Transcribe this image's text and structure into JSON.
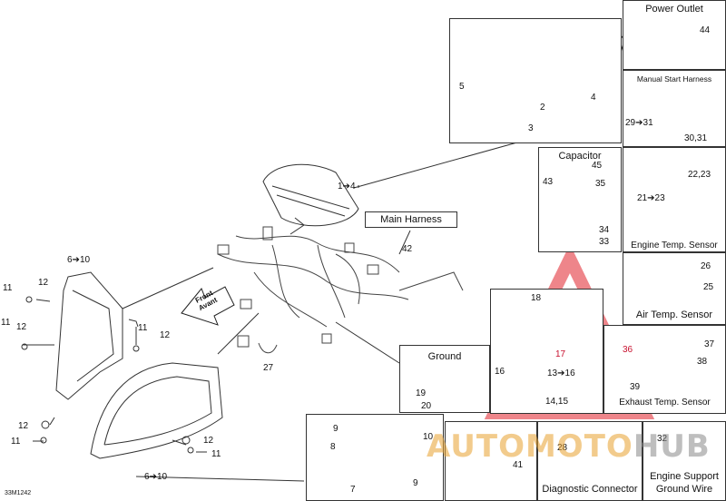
{
  "boxes": {
    "power_outlet": "Power Outlet",
    "manual_start_harness": "Manual Start Harness",
    "capacitor": "Capacitor",
    "engine_temp_sensor": "Engine Temp. Sensor",
    "air_temp_sensor": "Air Temp. Sensor",
    "exhaust_temp_sensor": "Exhaust Temp. Sensor",
    "ground": "Ground",
    "diagnostic_connector": "Diagnostic Connector",
    "engine_support_line1": "Engine Support",
    "engine_support_line2": "Ground Wire",
    "main_harness": "Main Harness"
  },
  "front_arrow": {
    "line1": "Front",
    "line2": "Avant"
  },
  "labels": {
    "p44": "44",
    "p29_31": "29➔31",
    "p30_31": "30,31",
    "p5": "5",
    "p2": "2",
    "p3": "3",
    "p4": "4",
    "p1_4": "1➔4",
    "p45": "45",
    "p43": "43",
    "p35": "35",
    "p34": "34",
    "p33": "33",
    "p22_23": "22,23",
    "p21_23": "21➔23",
    "p26": "26",
    "p25": "25",
    "p42": "42",
    "p6_10a": "6➔10",
    "p12a": "12",
    "p11a": "11",
    "p11b": "11",
    "p12b": "12",
    "p11c": "11",
    "p12c": "12",
    "p27": "27",
    "p12d": "12",
    "p11d": "11",
    "p12e": "12",
    "p11e": "11",
    "p11f": "11",
    "p6_10b": "6➔10",
    "p18": "18",
    "p17": "17",
    "p16": "16",
    "p13_16": "13➔16",
    "p14_15": "14,15",
    "p36": "36",
    "p37": "37",
    "p38": "38",
    "p39": "39",
    "p19": "19",
    "p20": "20",
    "p9a": "9",
    "p8": "8",
    "p10": "10",
    "p7": "7",
    "p9b": "9",
    "p41": "41",
    "p28": "28",
    "p32": "32",
    "diagram_code": "33M1242"
  },
  "watermark": {
    "part1": "AUTOMOTO",
    "part2": "HUB"
  },
  "colors": {
    "line": "#333333",
    "watermark_red": "#e0202a",
    "watermark_orange": "#e8a230",
    "label_red": "#c8102e"
  }
}
